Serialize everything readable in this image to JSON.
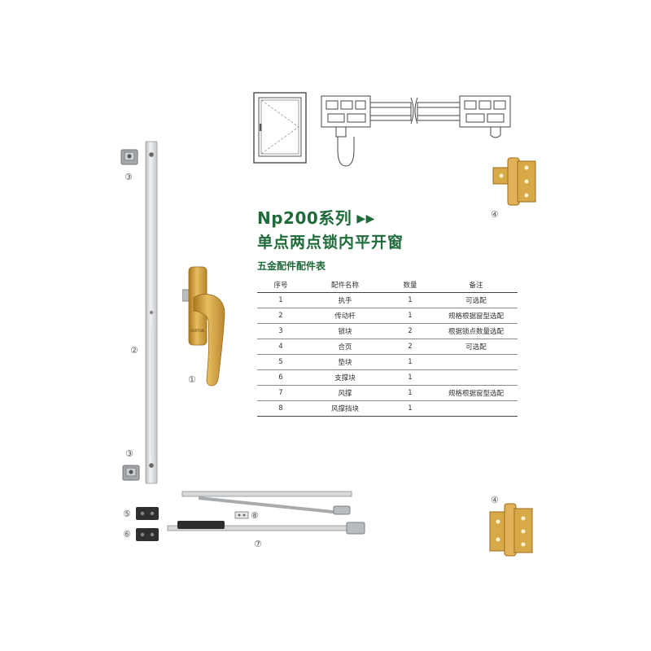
{
  "header": {
    "series_title": "Np200系列",
    "series_arrows": "▶▶",
    "product_title": "单点两点锁内平开窗",
    "table_title": "五金配件配件表"
  },
  "parts_table": {
    "columns": [
      "序号",
      "配件名称",
      "数量",
      "备注"
    ],
    "rows": [
      [
        "1",
        "执手",
        "1",
        "可选配"
      ],
      [
        "2",
        "传动杆",
        "1",
        "规格根据窗型选配"
      ],
      [
        "3",
        "锁块",
        "2",
        "根据锁点数量选配"
      ],
      [
        "4",
        "合页",
        "2",
        "可选配"
      ],
      [
        "5",
        "垫块",
        "1",
        ""
      ],
      [
        "6",
        "支撑块",
        "1",
        ""
      ],
      [
        "7",
        "风撑",
        "1",
        "规格根据窗型选配"
      ],
      [
        "8",
        "风撑挡块",
        "1",
        ""
      ]
    ]
  },
  "callouts": {
    "c1": "①",
    "c2": "②",
    "c3_top": "③",
    "c3_bottom": "③",
    "c4_top": "④",
    "c4_bottom": "④",
    "c5": "⑤",
    "c6": "⑥",
    "c7": "⑦",
    "c8": "⑧"
  },
  "handle_brand_text": "VORTON",
  "colors": {
    "brand_green": "#1f6b3a",
    "gold": "#d9a441",
    "silver": "#d4d6d8"
  }
}
